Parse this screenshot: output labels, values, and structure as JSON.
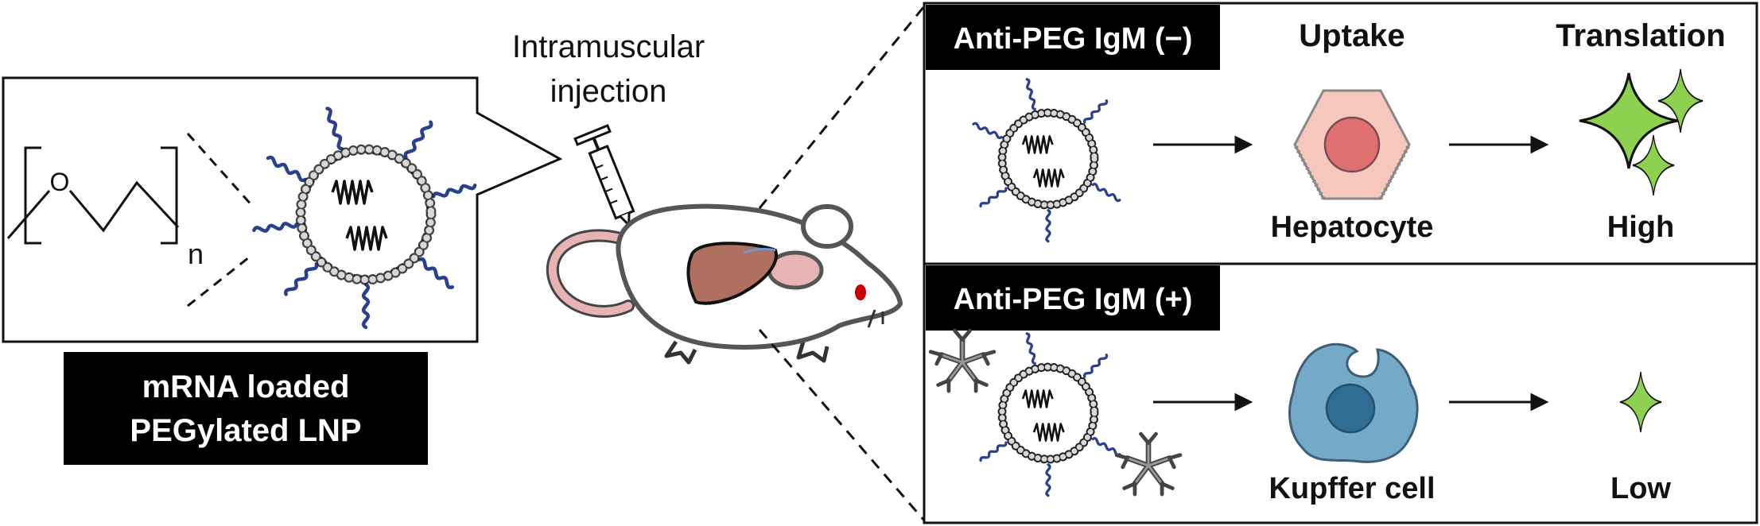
{
  "left_panel": {
    "caption_line1": "mRNA loaded",
    "caption_line2": "PEGylated LNP",
    "peg_repeat": "n",
    "oxygen": "O"
  },
  "injection": {
    "line1": "Intramuscular",
    "line2": "injection"
  },
  "panel_negative": {
    "title": "Anti-PEG IgM (−)",
    "column_uptake": "Uptake",
    "column_translation": "Translation",
    "cell_label": "Hepatocyte",
    "result": "High"
  },
  "panel_positive": {
    "title": "Anti-PEG IgM (+)",
    "cell_label": "Kupffer cell",
    "result": "Low"
  },
  "colors": {
    "peg_chain": "#2b3f8f",
    "hepatocyte": "#f5c7bd",
    "hepatocyte_nucleus": "#e07070",
    "kupffer": "#74a9c8",
    "kupffer_nucleus": "#2f6d92",
    "star": "#8dd14f",
    "liver": "#b0705f",
    "mouse_pink": "#e7b3b3"
  }
}
